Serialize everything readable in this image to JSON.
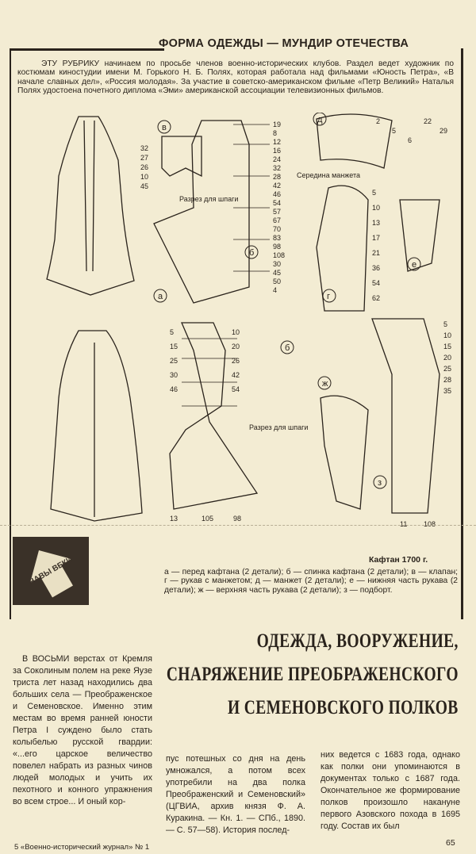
{
  "header": {
    "rubric": "ФОРМА ОДЕЖДЫ — МУНДИР ОТЕЧЕСТВА"
  },
  "intro": "ЭТУ РУБРИКУ начинаем по просьбе членов военно-исторических клубов. Раздел ведет художник по костюмам киностудии имени М. Горького Н. Б. Полях, которая работала над фильмами «Юность Петра», «В начале славных дел», «Россия молодая». За участие в советско-американском фильме «Петр Великий» Наталья Полях удостоена почетного диплома «Эми» американской ассоциации телевизионных фильмов.",
  "pattern_labels": {
    "pieces": [
      "а",
      "б",
      "в",
      "г",
      "д",
      "е",
      "ж",
      "з",
      "б"
    ],
    "notes": [
      "Разрез для шпаги",
      "Середина манжета",
      "Разрез для шпаги"
    ],
    "numbers": [
      "19",
      "8",
      "12",
      "16",
      "24",
      "32",
      "28",
      "42",
      "46",
      "54",
      "57",
      "67",
      "70",
      "83",
      "98",
      "108",
      "30",
      "45",
      "50",
      "4",
      "32",
      "27",
      "26",
      "10",
      "45",
      "2",
      "5",
      "6",
      "22",
      "29",
      "5",
      "10",
      "13",
      "17",
      "21",
      "36",
      "54",
      "62",
      "5",
      "10",
      "15",
      "20",
      "25",
      "26",
      "30",
      "42",
      "46",
      "54",
      "13",
      "105",
      "98",
      "5",
      "10",
      "15",
      "20",
      "25",
      "28",
      "35",
      "108",
      "11"
    ]
  },
  "badge_text": "НАВЫ ВЕКИ",
  "caption": "Кафтан 1700 г.",
  "legend": "а — перед кафтана (2 детали); б — спинка кафтана (2 детали); в — клапан; г — рукав с манжетом; д — манжет (2 детали); е — нижняя часть рукава (2 детали); ж — верхняя часть рукава (2 детали); з — подборт.",
  "article": {
    "title": [
      "ОДЕЖДА, ВООРУЖЕНИЕ,",
      "СНАРЯЖЕНИЕ ПРЕОБРАЖЕНСКОГО",
      "И СЕМЕНОВСКОГО ПОЛКОВ"
    ],
    "col1": "В ВОСЬМИ верстах от Кремля за Соколиным полем на реке Яузе триста лет назад находились два больших села — Преображенское и Семеновское. Именно этим местам во время ранней юности Петра I суждено было стать колыбелью русской гвардии: «...его царское величество повелел набрать из разных чинов людей молодых и учить их пехотного и конного упражнения во всем строе... И оный кор-",
    "col2": "пус потешных со дня на день умножался, а потом всех употребили на два полка Преображенский и Семеновский» (ЦГВИА, архив князя Ф. А. Куракина. — Кн. 1. — СПб., 1890. — С. 57—58). История послед-",
    "col3": "них ведется с 1683 года, однако как полки они упоминаются в документах только с 1687 года. Окончательное же формирование полков произошло накануне первого Азовского похода в 1695 году. Состав их был"
  },
  "footer": {
    "source": "5 «Военно-исторический журнал» № 1",
    "page": "65"
  }
}
